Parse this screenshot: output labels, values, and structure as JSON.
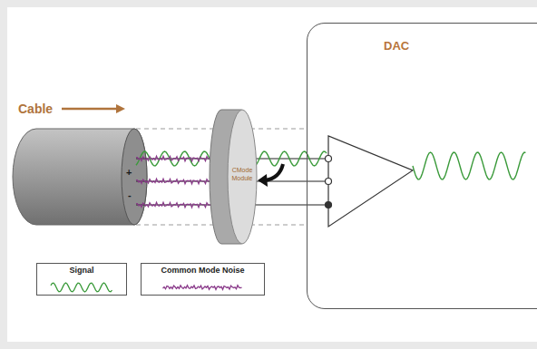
{
  "diagram": {
    "nodes": [
      {
        "text": [
          "CMode Module"
        ]
      },
      {
        "text": [
          "DAC"
        ]
      }
    ],
    "labels": [
      "Cable",
      "+",
      "-"
    ],
    "legend": [
      {
        "text": "Signal"
      },
      {
        "text": "Common Mode Noise"
      }
    ]
  }
}
